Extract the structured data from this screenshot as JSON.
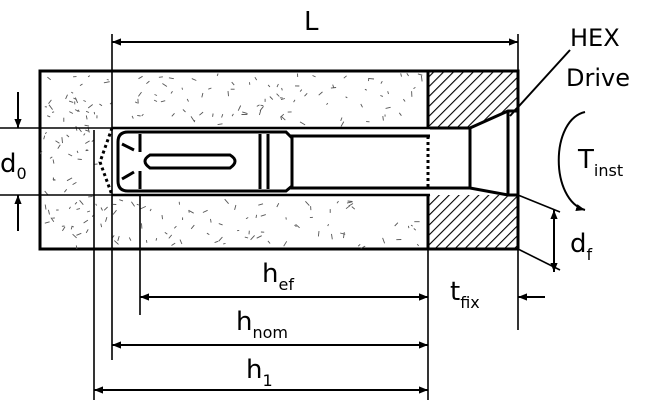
{
  "diagram": {
    "labels": {
      "L": "L",
      "hex_line1": "HEX",
      "hex_line2": "Drive",
      "d0_main": "d",
      "d0_sub": "0",
      "tinst_main": "T",
      "tinst_sub": "inst",
      "df_main": "d",
      "df_sub": "f",
      "hef_main": "h",
      "hef_sub": "ef",
      "tfix_main": "t",
      "tfix_sub": "fix",
      "hnom_main": "h",
      "hnom_sub": "nom",
      "h1_main": "h",
      "h1_sub": "1"
    },
    "colors": {
      "line": "#000000",
      "background": "#ffffff",
      "concrete_speckle": "#555555",
      "hatch": "#000000"
    }
  }
}
